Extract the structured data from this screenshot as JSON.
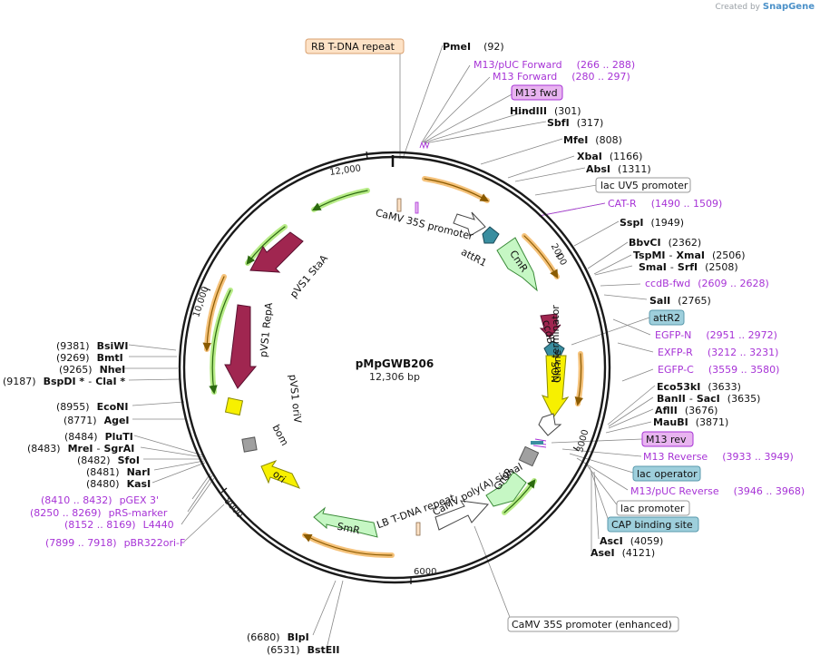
{
  "branding": {
    "created_by": "Created by",
    "app": "SnapGene"
  },
  "plasmid": {
    "name": "pMpGWB206",
    "size": "12,306 bp"
  },
  "ticks": [
    "12,000",
    "2000",
    "10,000",
    "8000",
    "6000",
    "3000"
  ],
  "colors": {
    "backbone": "#1a1a1a",
    "enzyme_line": "#888888",
    "primer": "#a733d6",
    "orange": "#f0a830",
    "green": "#8fd14f",
    "maroon": "#a02650",
    "yellow": "#f7f000",
    "teal": "#3a8ea0"
  },
  "enzymes": [
    {
      "name": "PmeI",
      "pos": "(92)"
    },
    {
      "name": "HindIII",
      "pos": "(301)"
    },
    {
      "name": "SbfI",
      "pos": "(317)"
    },
    {
      "name": "MfeI",
      "pos": "(808)"
    },
    {
      "name": "XbaI",
      "pos": "(1166)"
    },
    {
      "name": "AbsI",
      "pos": "(1311)"
    },
    {
      "name": "SspI",
      "pos": "(1949)"
    },
    {
      "name": "BbvCI",
      "pos": "(2362)"
    },
    {
      "name": "TspMI",
      "name2": "XmaI",
      "pos": "(2506)"
    },
    {
      "name": "SmaI",
      "name2": "SrfI",
      "pos": "(2508)"
    },
    {
      "name": "SalI",
      "pos": "(2765)"
    },
    {
      "name": "Eco53kI",
      "pos": "(3633)"
    },
    {
      "name": "BanII",
      "name2": "SacI",
      "pos": "(3635)"
    },
    {
      "name": "AflII",
      "pos": "(3676)"
    },
    {
      "name": "MauBI",
      "pos": "(3871)"
    },
    {
      "name": "AscI",
      "pos": "(4059)"
    },
    {
      "name": "AseI",
      "pos": "(4121)"
    },
    {
      "name": "BlpI",
      "pos": "(6680)"
    },
    {
      "name": "BstEII",
      "pos": "(6531)"
    },
    {
      "name": "KasI",
      "pos": "(8480)"
    },
    {
      "name": "NarI",
      "pos": "(8481)"
    },
    {
      "name": "SfoI",
      "pos": "(8482)"
    },
    {
      "name": "MreI",
      "name2": "SgrAI",
      "pos": "(8483)"
    },
    {
      "name": "PluTI",
      "pos": "(8484)"
    },
    {
      "name": "AgeI",
      "pos": "(8771)"
    },
    {
      "name": "EcoNI",
      "pos": "(8955)"
    },
    {
      "name": "BspDI *",
      "name2": "ClaI *",
      "pos": "(9187)"
    },
    {
      "name": "NheI",
      "pos": "(9265)"
    },
    {
      "name": "BmtI",
      "pos": "(9269)"
    },
    {
      "name": "BsiWI",
      "pos": "(9381)"
    }
  ],
  "primers": [
    {
      "name": "M13/pUC Forward",
      "range": "(266 .. 288)"
    },
    {
      "name": "M13 Forward",
      "range": "(280 .. 297)"
    },
    {
      "name": "CAT-R",
      "range": "(1490 .. 1509)"
    },
    {
      "name": "ccdB-fwd",
      "range": "(2609 .. 2628)"
    },
    {
      "name": "EGFP-N",
      "range": "(2951 .. 2972)"
    },
    {
      "name": "EXFP-R",
      "range": "(3212 .. 3231)"
    },
    {
      "name": "EGFP-C",
      "range": "(3559 .. 3580)"
    },
    {
      "name": "M13 Reverse",
      "range": "(3933 .. 3949)"
    },
    {
      "name": "M13/pUC Reverse",
      "range": "(3946 .. 3968)"
    },
    {
      "name": "pGEX 3'",
      "range": "(8410 .. 8432)"
    },
    {
      "name": "pRS-marker",
      "range": "(8250 .. 8269)"
    },
    {
      "name": "L4440",
      "range": "(8152 .. 8169)"
    },
    {
      "name": "pBR322ori-F",
      "range": "(7899 .. 7918)"
    }
  ],
  "boxes": [
    {
      "text": "RB T-DNA repeat",
      "fill": "#fde2c6",
      "stroke": "#d9a070"
    },
    {
      "text": "M13 fwd",
      "fill": "#e8b4f0",
      "stroke": "#a733d6"
    },
    {
      "text": "lac UV5 promoter",
      "fill": "#ffffff",
      "stroke": "#999999"
    },
    {
      "text": "attR2",
      "fill": "#9ecfdc",
      "stroke": "#5a9aac"
    },
    {
      "text": "M13 rev",
      "fill": "#e8b4f0",
      "stroke": "#a733d6"
    },
    {
      "text": "lac operator",
      "fill": "#9ecfdc",
      "stroke": "#5a9aac"
    },
    {
      "text": "lac promoter",
      "fill": "#ffffff",
      "stroke": "#999999"
    },
    {
      "text": "CAP binding site",
      "fill": "#9ecfdc",
      "stroke": "#5a9aac"
    },
    {
      "text": "CaMV 35S promoter (enhanced)",
      "fill": "#ffffff",
      "stroke": "#999999"
    }
  ],
  "features": [
    "CaMV 35S promoter",
    "attR1",
    "CmR",
    "ccdB",
    "NOS terminator",
    "Citrine",
    "CaMV poly(A) signal",
    "GmR",
    "LB T-DNA repeat",
    "SmR",
    "ori",
    "bom",
    "pVS1 oriV",
    "pVS1 RepA",
    "pVS1 StaA"
  ]
}
